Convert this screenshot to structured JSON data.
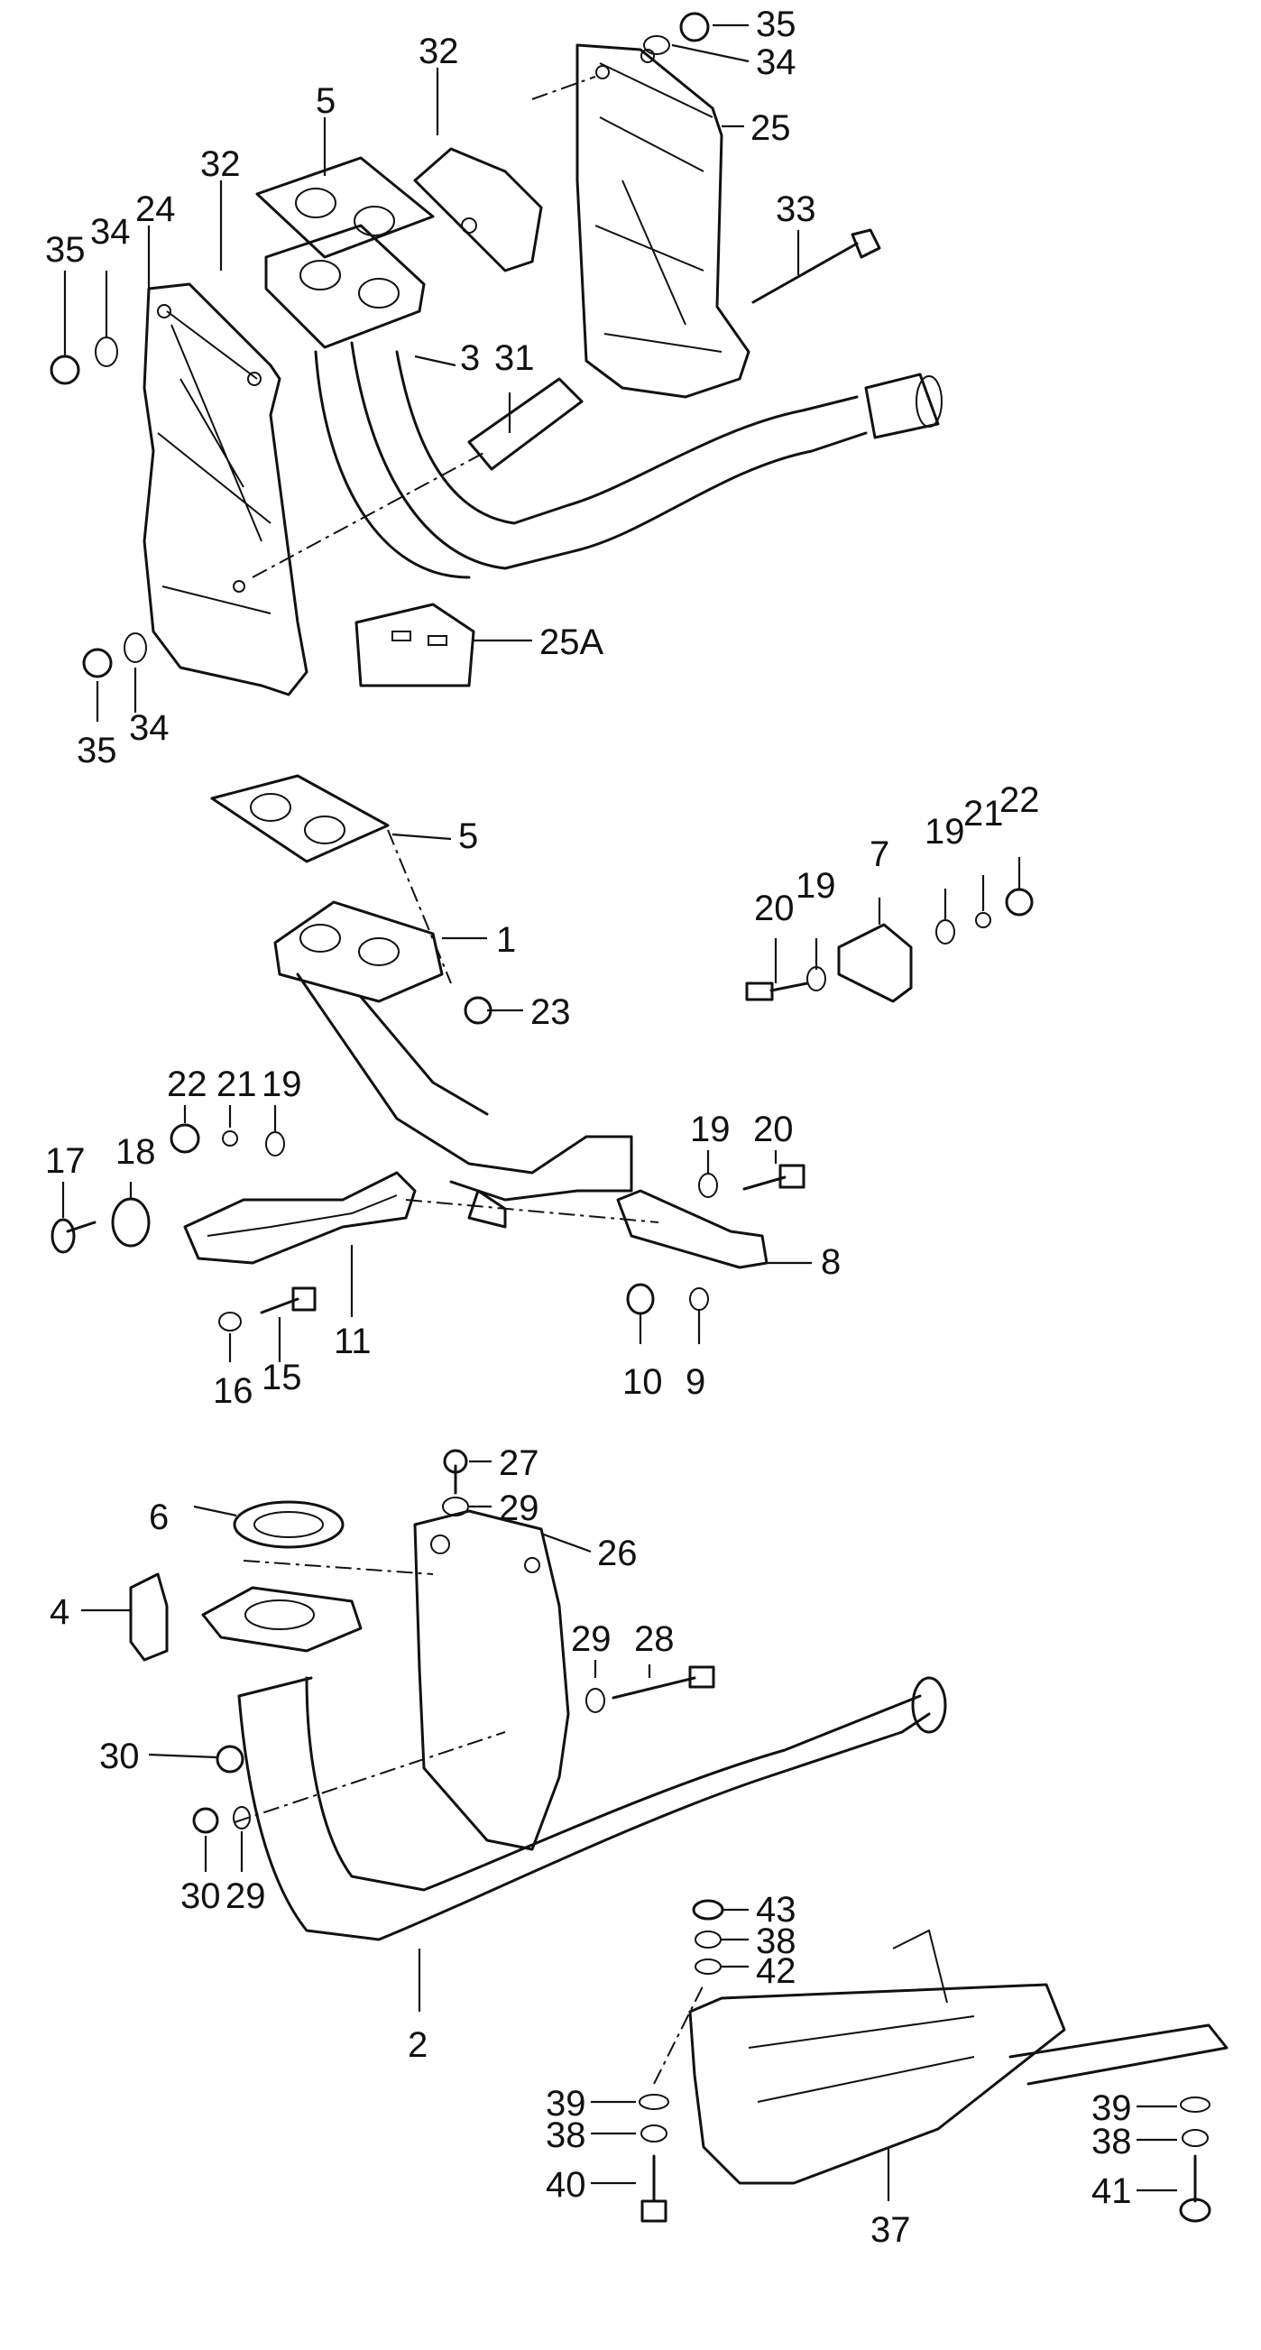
{
  "callouts": {
    "c35a": "35",
    "c34a": "34",
    "c25": "25",
    "c32a": "32",
    "c33": "33",
    "c5a": "5",
    "c32b": "32",
    "c35b": "35",
    "c34b": "34",
    "c24": "24",
    "c3": "3",
    "c31": "31",
    "c25A": "25A",
    "c35c": "35",
    "c34c": "34",
    "c5b": "5",
    "c1": "1",
    "c23": "23",
    "c22a": "22",
    "c21a": "21",
    "c19a": "19",
    "c7": "7",
    "c20a": "20",
    "c19b": "19",
    "c22b": "22",
    "c21b": "21",
    "c19c": "19",
    "c17": "17",
    "c18": "18",
    "c19d": "19",
    "c20b": "20",
    "c8": "8",
    "c11": "11",
    "c15": "15",
    "c16": "16",
    "c10": "10",
    "c9": "9",
    "c27": "27",
    "c29a": "29",
    "c26": "26",
    "c6": "6",
    "c4": "4",
    "c28": "28",
    "c29b": "29",
    "c30a": "30",
    "c30b": "30",
    "c29c": "29",
    "c43": "43",
    "c38a": "38",
    "c42": "42",
    "c2": "2",
    "c39a": "39",
    "c38b": "38",
    "c40": "40",
    "c37": "37",
    "c39b": "39",
    "c38c": "38",
    "c41": "41"
  }
}
